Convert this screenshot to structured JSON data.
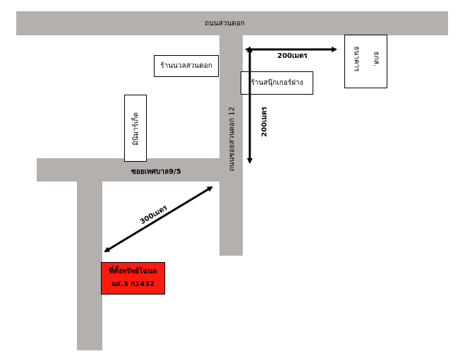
{
  "roads": {
    "top_road": "ถนนสวนดอก",
    "side_road": "ซอยเทศบาล9/5",
    "vertical_road": "ถนนซอยสวนดอก 12"
  },
  "landmarks": {
    "massage_shop": "ร้านนวลสวนดอก",
    "snooker_shop": "ร้านสนุ๊กเกอร์ฝาง",
    "bank": "ธนาคาร",
    "bank_sub": "ธกส.",
    "minimart": "มินิมาร์เก็ต",
    "property_line1": "ที่ตั้งทรัพย์โฉนด",
    "property_line2": "นส.3 ก1432"
  },
  "distances": {
    "horizontal": "200เมตร",
    "vertical": "200เมตร",
    "diagonal": "300เมตร"
  }
}
